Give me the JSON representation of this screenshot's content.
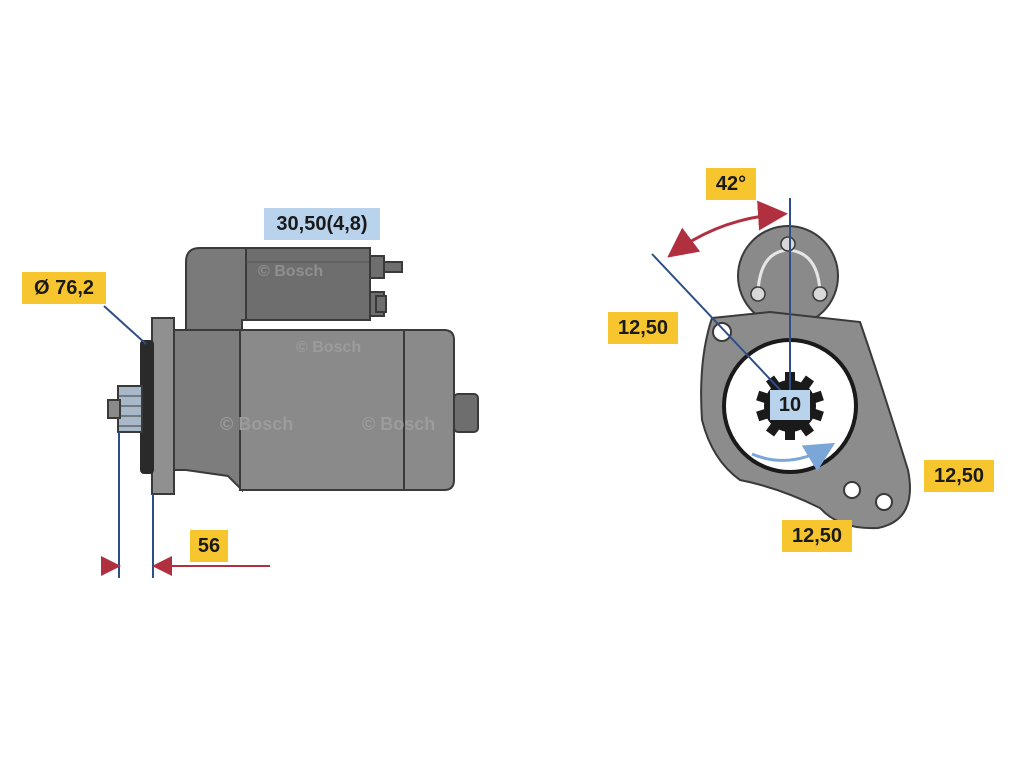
{
  "labels": {
    "power": "30,50(4,8)",
    "diameter": "Ø 76,2",
    "flange_distance": "56",
    "angle": "42°",
    "bolt_left": "12,50",
    "bolt_right": "12,50",
    "bolt_bottom": "12,50",
    "teeth": "10"
  },
  "watermark": "© Bosch",
  "colors": {
    "body": "#8a8a8a",
    "body_dark": "#6e6e6e",
    "outline": "#3a3a3a",
    "label_yellow": "#f7c62f",
    "label_blue": "#b9d3ec",
    "dim_line": "#2d4f86",
    "dim_arrow": "#b03040"
  }
}
